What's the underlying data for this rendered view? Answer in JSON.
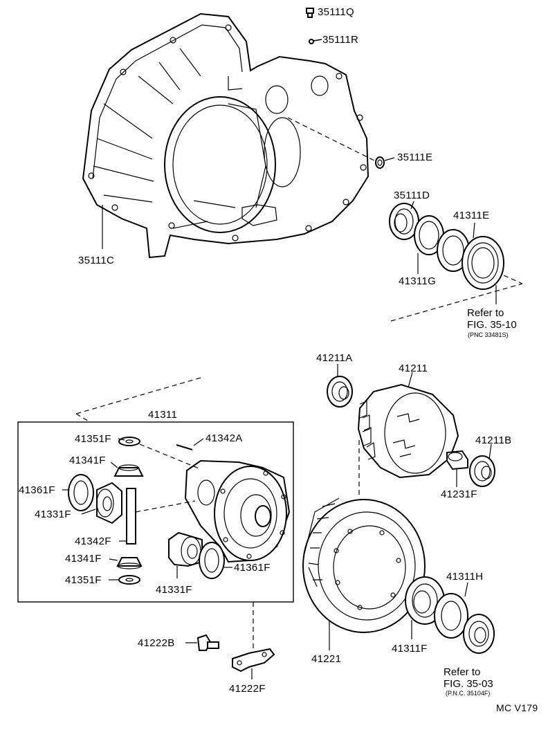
{
  "parts": {
    "p35111Q": "35111Q",
    "p35111R": "35111R",
    "p35111E": "35111E",
    "p35111D": "35111D",
    "p41311E": "41311E",
    "p41311G": "41311G",
    "p35111C": "35111C",
    "p41211A": "41211A",
    "p41211": "41211",
    "p41211B": "41211B",
    "p41231F": "41231F",
    "p41311": "41311",
    "p41351F_top": "41351F",
    "p41342A": "41342A",
    "p41341F_top": "41341F",
    "p41361F_left": "41361F",
    "p41331F_left": "41331F",
    "p41342F": "41342F",
    "p41341F_bot": "41341F",
    "p41351F_bot": "41351F",
    "p41331F_bot": "41331F",
    "p41361F_right": "41361F",
    "p41311H": "41311H",
    "p41222B": "41222B",
    "p41221": "41221",
    "p41311F": "41311F",
    "p41222F": "41222F"
  },
  "refs": {
    "top": {
      "line1": "Refer to",
      "line2": "FIG. 35-10",
      "line3": "(PNC 33481S)"
    },
    "bottom": {
      "line1": "Refer to",
      "line2": "FIG. 35-03",
      "line3": "(P.N.C. 35104F)"
    }
  },
  "figure_code": "MC V179"
}
